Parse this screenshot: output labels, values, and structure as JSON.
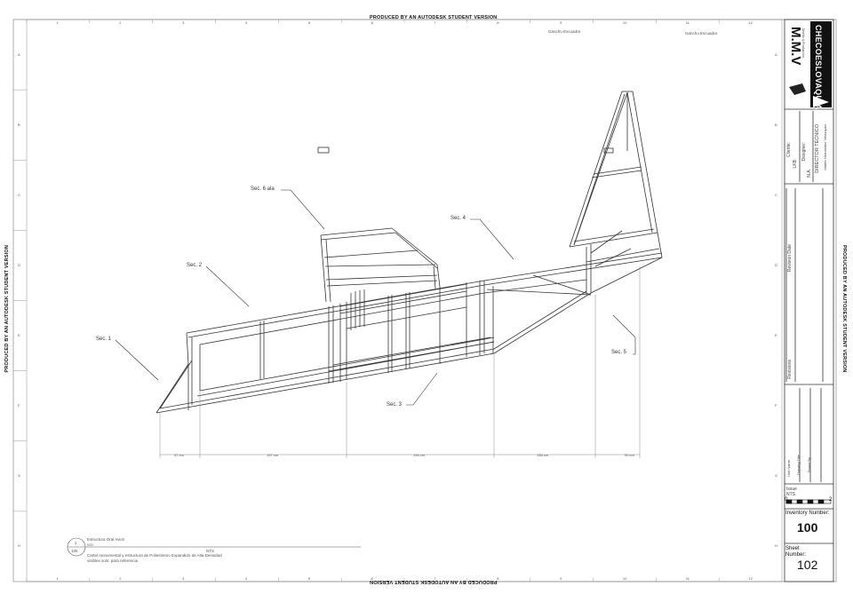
{
  "watermark": "PRODUCED BY AN AUTODESK STUDENT VERSION",
  "grid": {
    "top_numbers": [
      "1",
      "2",
      "3",
      "4",
      "5",
      "6",
      "7",
      "8",
      "9",
      "10",
      "11",
      "12"
    ],
    "side_letters": [
      "A",
      "B",
      "C",
      "D",
      "E",
      "F",
      "G",
      "H"
    ]
  },
  "hooks": {
    "left": "Gancho Escuadra",
    "right": "Gancho Escuadra"
  },
  "sections": {
    "s1": "Sec. 1",
    "s2": "Sec. 2",
    "s3": "Sec. 3",
    "s4": "Sec. 4",
    "s5": "Sec. 5",
    "s6": "Sec. 6 ala"
  },
  "dimensions": [
    "57 cm",
    "197 cm",
    "196 cm",
    "138 cm",
    "90 cm"
  ],
  "detail": {
    "number": "1",
    "sheet": "105",
    "title": "Estructura Oral Avion",
    "scale_small": "ISO",
    "scale": "NTS",
    "note_line1": "Cartel monumental y estructura de Poliestireno Expandido de Alta Densidad",
    "note_line2": "visibles solo: para referencia"
  },
  "title_block": {
    "company": "M.M.V",
    "company_sub": "Diseño & Producción",
    "brand": "CHECOESLOVAQUIA",
    "client_label": "Cliente:",
    "client_value": "LKB",
    "designer_label": "Designer:",
    "designer_value": "N.A.",
    "director_label": "DIRECTOR TÉCNICO",
    "director_value": "Martín Hernández Velázquez",
    "revision_date_label": "Revision Date",
    "revisions_label": "Revisions",
    "unit_name_label": "Unit Name",
    "drawing_title_label": "Drawing Title",
    "drawn_by_label": "Drawn By",
    "issue_label": "Issue",
    "issue_value": "NTS",
    "scale_start": "0",
    "scale_end": "2",
    "inventory_label": "Inventory Number:",
    "inventory_value": "100",
    "sheet_label": "Sheet Number:",
    "sheet_value": "102"
  }
}
